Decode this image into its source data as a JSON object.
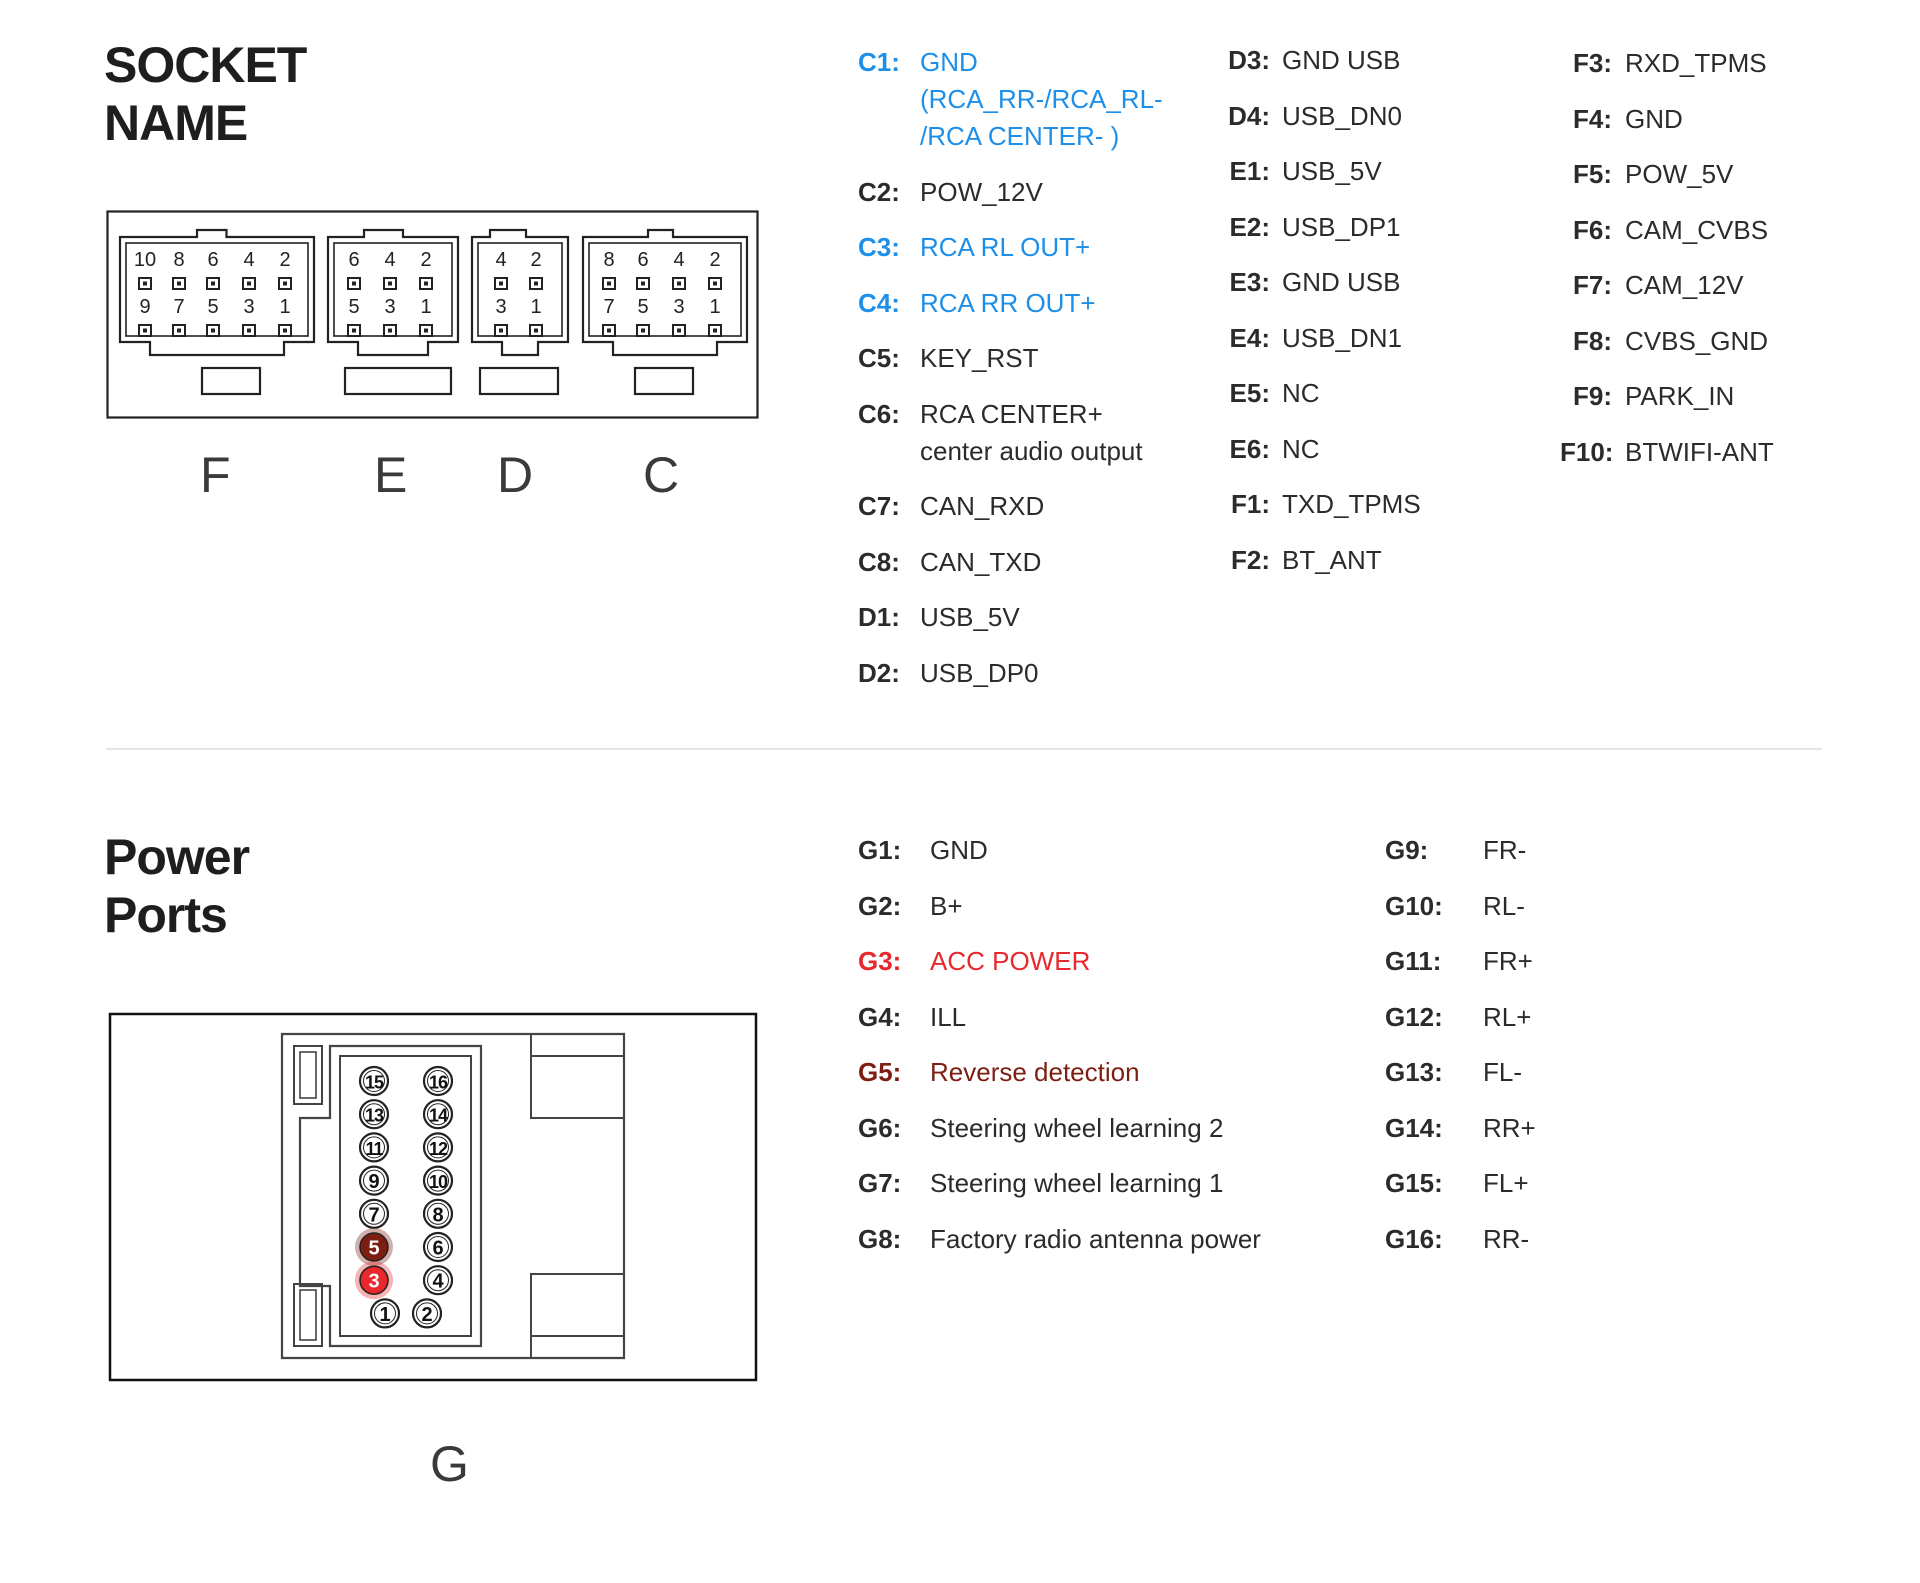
{
  "socket_section": {
    "title_line1": "SOCKET",
    "title_line2": "NAME",
    "connector_letters": [
      "F",
      "E",
      "D",
      "C"
    ],
    "connectors": [
      {
        "top": [
          "10",
          "8",
          "6",
          "4",
          "2"
        ],
        "bottom": [
          "9",
          "7",
          "5",
          "3",
          "1"
        ]
      },
      {
        "top": [
          "6",
          "4",
          "2"
        ],
        "bottom": [
          "5",
          "3",
          "1"
        ]
      },
      {
        "top": [
          "4",
          "2"
        ],
        "bottom": [
          "3",
          "1"
        ]
      },
      {
        "top": [
          "8",
          "6",
          "4",
          "2"
        ],
        "bottom": [
          "7",
          "5",
          "3",
          "1"
        ]
      }
    ],
    "pins_col1": [
      {
        "code": "C1:",
        "lines": [
          "GND",
          "(RCA_RR-/RCA_RL-",
          "/RCA CENTER- )"
        ],
        "color": "blue"
      },
      {
        "code": "C2:",
        "lines": [
          "POW_12V"
        ],
        "color": "normal"
      },
      {
        "code": "C3:",
        "lines": [
          "RCA RL OUT+"
        ],
        "color": "blue"
      },
      {
        "code": "C4:",
        "lines": [
          "RCA RR OUT+"
        ],
        "color": "blue"
      },
      {
        "code": "C5:",
        "lines": [
          "KEY_RST"
        ],
        "color": "normal"
      },
      {
        "code": "C6:",
        "lines": [
          "RCA CENTER+",
          "center audio output"
        ],
        "color": "normal"
      },
      {
        "code": "C7:",
        "lines": [
          "CAN_RXD"
        ],
        "color": "normal"
      },
      {
        "code": "C8:",
        "lines": [
          "CAN_TXD"
        ],
        "color": "normal"
      },
      {
        "code": "D1:",
        "lines": [
          "USB_5V"
        ],
        "color": "normal"
      },
      {
        "code": "D2:",
        "lines": [
          "USB_DP0"
        ],
        "color": "normal"
      }
    ],
    "pins_col2": [
      {
        "code": "D3:",
        "lines": [
          "GND USB"
        ]
      },
      {
        "code": "D4:",
        "lines": [
          "USB_DN0"
        ]
      },
      {
        "code": "E1:",
        "lines": [
          "USB_5V"
        ]
      },
      {
        "code": "E2:",
        "lines": [
          "USB_DP1"
        ]
      },
      {
        "code": "E3:",
        "lines": [
          "GND USB"
        ]
      },
      {
        "code": "E4:",
        "lines": [
          "USB_DN1"
        ]
      },
      {
        "code": "E5:",
        "lines": [
          "NC"
        ]
      },
      {
        "code": "E6:",
        "lines": [
          "NC"
        ]
      },
      {
        "code": "F1:",
        "lines": [
          "TXD_TPMS"
        ]
      },
      {
        "code": "F2:",
        "lines": [
          "BT_ANT"
        ]
      }
    ],
    "pins_col3": [
      {
        "code": "F3:",
        "lines": [
          "RXD_TPMS"
        ]
      },
      {
        "code": "F4:",
        "lines": [
          "GND"
        ]
      },
      {
        "code": "F5:",
        "lines": [
          "POW_5V"
        ]
      },
      {
        "code": "F6:",
        "lines": [
          "CAM_CVBS"
        ]
      },
      {
        "code": "F7:",
        "lines": [
          "CAM_12V"
        ]
      },
      {
        "code": "F8:",
        "lines": [
          "CVBS_GND"
        ]
      },
      {
        "code": "F9:",
        "lines": [
          "PARK_IN"
        ]
      },
      {
        "code": "F10:",
        "lines": [
          "BTWIFI-ANT"
        ]
      }
    ]
  },
  "power_section": {
    "title_line1": "Power",
    "title_line2": "Ports",
    "connector_letter": "G",
    "pin_rows": [
      [
        "15",
        "16"
      ],
      [
        "13",
        "14"
      ],
      [
        "11",
        "12"
      ],
      [
        "9",
        "10"
      ],
      [
        "7",
        "8"
      ],
      [
        "5",
        "6"
      ],
      [
        "3",
        "4"
      ],
      [
        "1",
        "2"
      ]
    ],
    "highlight_pins": {
      "5": "#7e1e12",
      "3": "#e8282c"
    },
    "pins_col1": [
      {
        "code": "G1:",
        "label": "GND",
        "color": "normal"
      },
      {
        "code": "G2:",
        "label": "B+",
        "color": "normal"
      },
      {
        "code": "G3:",
        "label": "ACC POWER",
        "color": "red"
      },
      {
        "code": "G4:",
        "label": "ILL",
        "color": "normal"
      },
      {
        "code": "G5:",
        "label": "Reverse detection",
        "color": "dred"
      },
      {
        "code": "G6:",
        "label": "Steering wheel learning 2",
        "color": "normal"
      },
      {
        "code": "G7:",
        "label": "Steering wheel learning 1",
        "color": "normal"
      },
      {
        "code": "G8:",
        "label": "Factory radio antenna power",
        "color": "normal"
      }
    ],
    "pins_col2": [
      {
        "code": "G9:",
        "label": "FR-"
      },
      {
        "code": "G10:",
        "label": "RL-"
      },
      {
        "code": "G11:",
        "label": "FR+"
      },
      {
        "code": "G12:",
        "label": "RL+"
      },
      {
        "code": "G13:",
        "label": "FL-"
      },
      {
        "code": "G14:",
        "label": "RR+"
      },
      {
        "code": "G15:",
        "label": "FL+"
      },
      {
        "code": "G16:",
        "label": "RR-"
      }
    ]
  },
  "colors": {
    "blue": "#1e8fe8",
    "red": "#e8282c",
    "dark_red": "#7e1e12",
    "text": "#2b2b2b"
  }
}
